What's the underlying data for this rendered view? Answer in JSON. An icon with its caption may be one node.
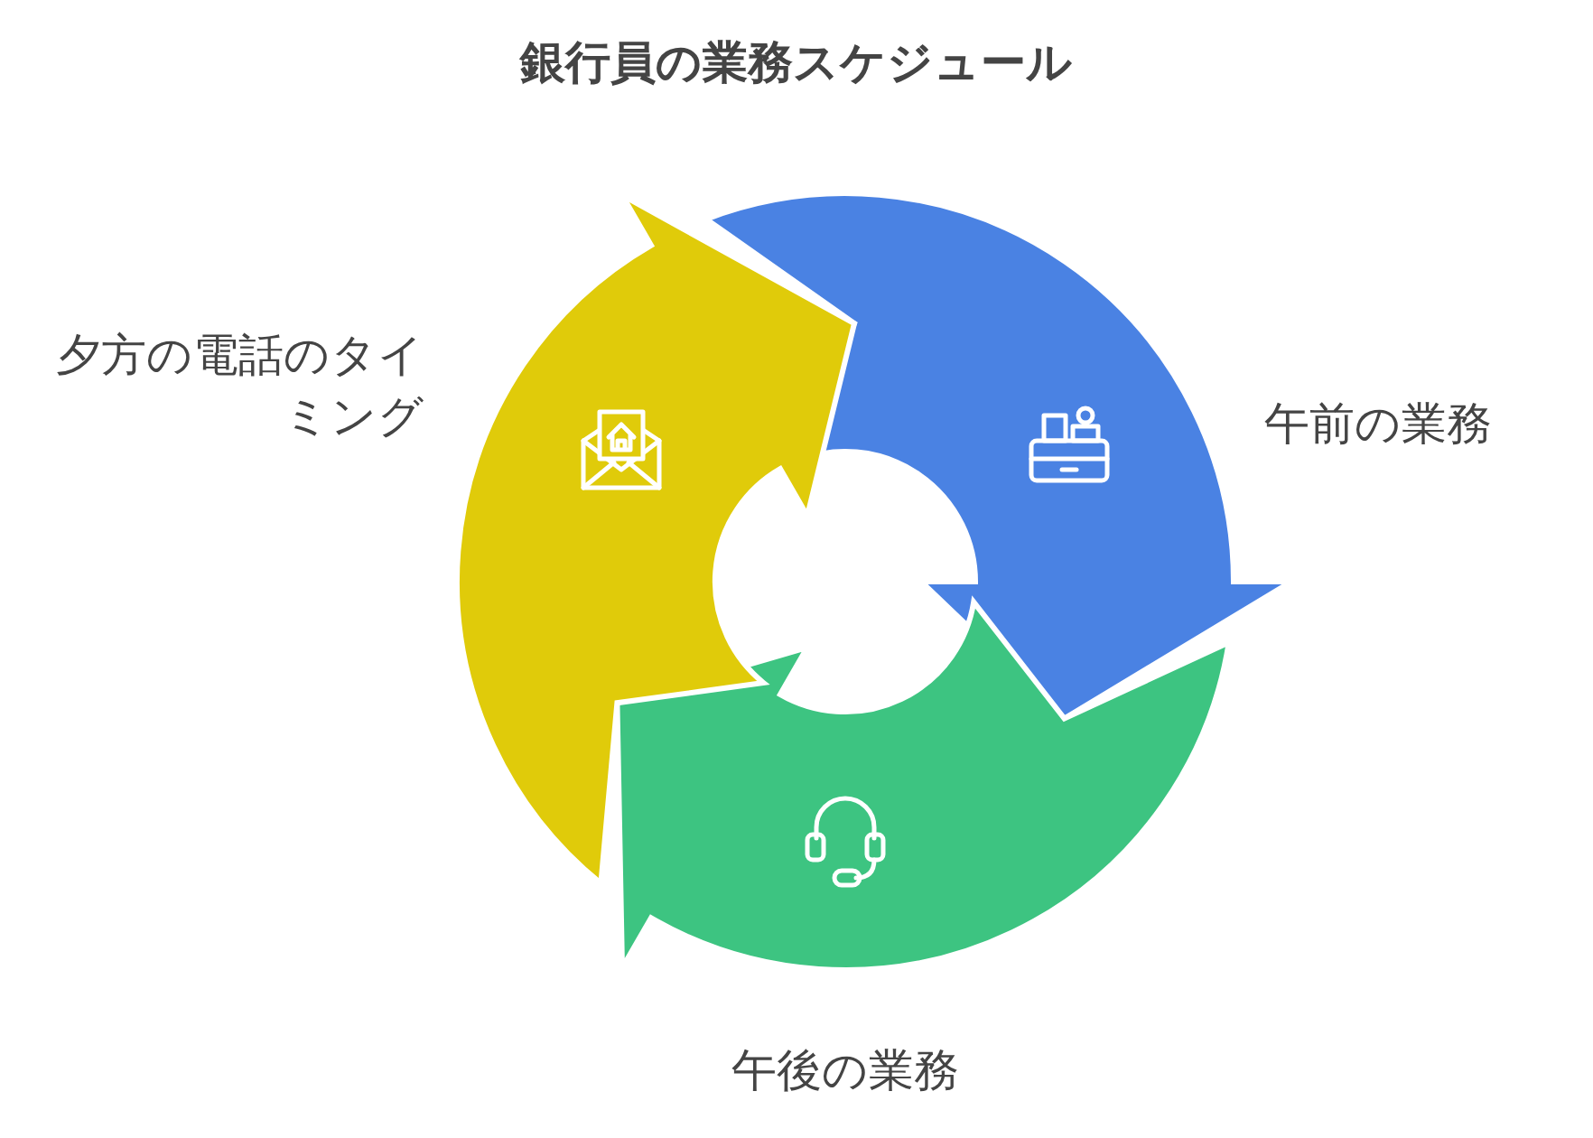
{
  "diagram": {
    "title": "銀行員の業務スケジュール",
    "nodes": [
      {
        "text": [
          "午前の業務"
        ]
      },
      {
        "text": [
          "午後の業務"
        ]
      },
      {
        "text": [
          "夕方の電話のタイミング"
        ]
      }
    ]
  }
}
